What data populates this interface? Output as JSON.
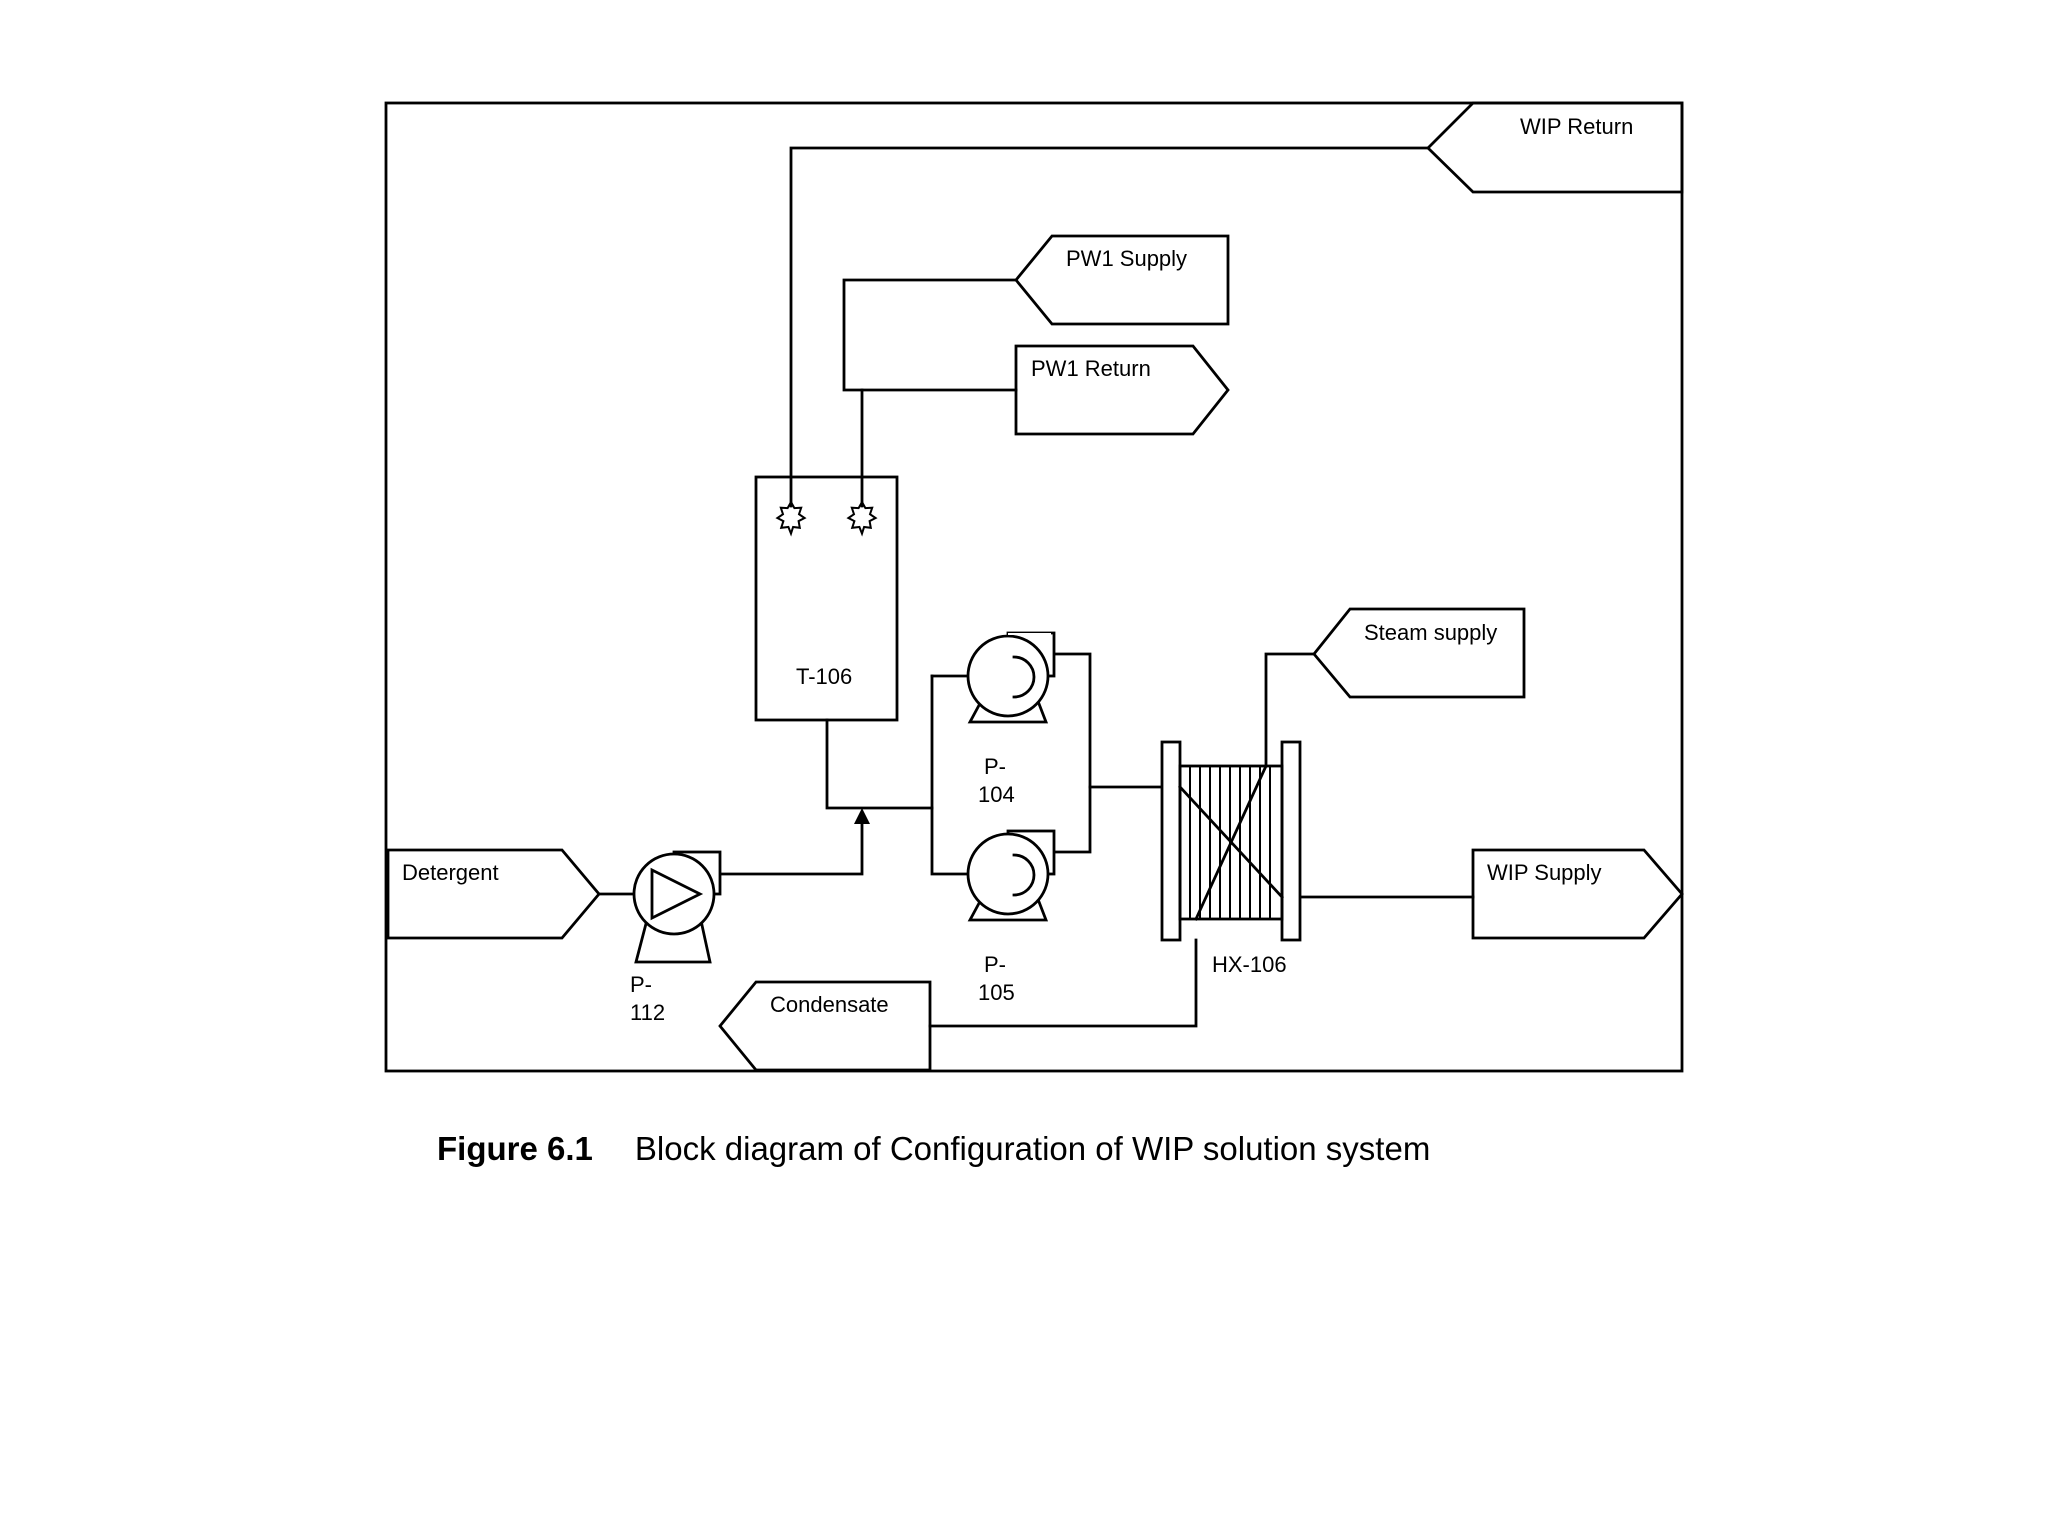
{
  "caption": {
    "number": "Figure 6.1",
    "text": "Block diagram of Configuration of WIP solution system"
  },
  "streams": {
    "wip_return": "WIP Return",
    "pw1_supply": "PW1 Supply",
    "pw1_return": "PW1 Return",
    "steam_supply": "Steam supply",
    "detergent": "Detergent",
    "wip_supply": "WIP Supply",
    "condensate": "Condensate"
  },
  "equipment": {
    "tank": "T-106",
    "pump_104": {
      "line1": "P-",
      "line2": "104"
    },
    "pump_105": {
      "line1": "P-",
      "line2": "105"
    },
    "pump_112": {
      "line1": "P-",
      "line2": "112"
    },
    "heat_exchanger": "HX-106"
  }
}
